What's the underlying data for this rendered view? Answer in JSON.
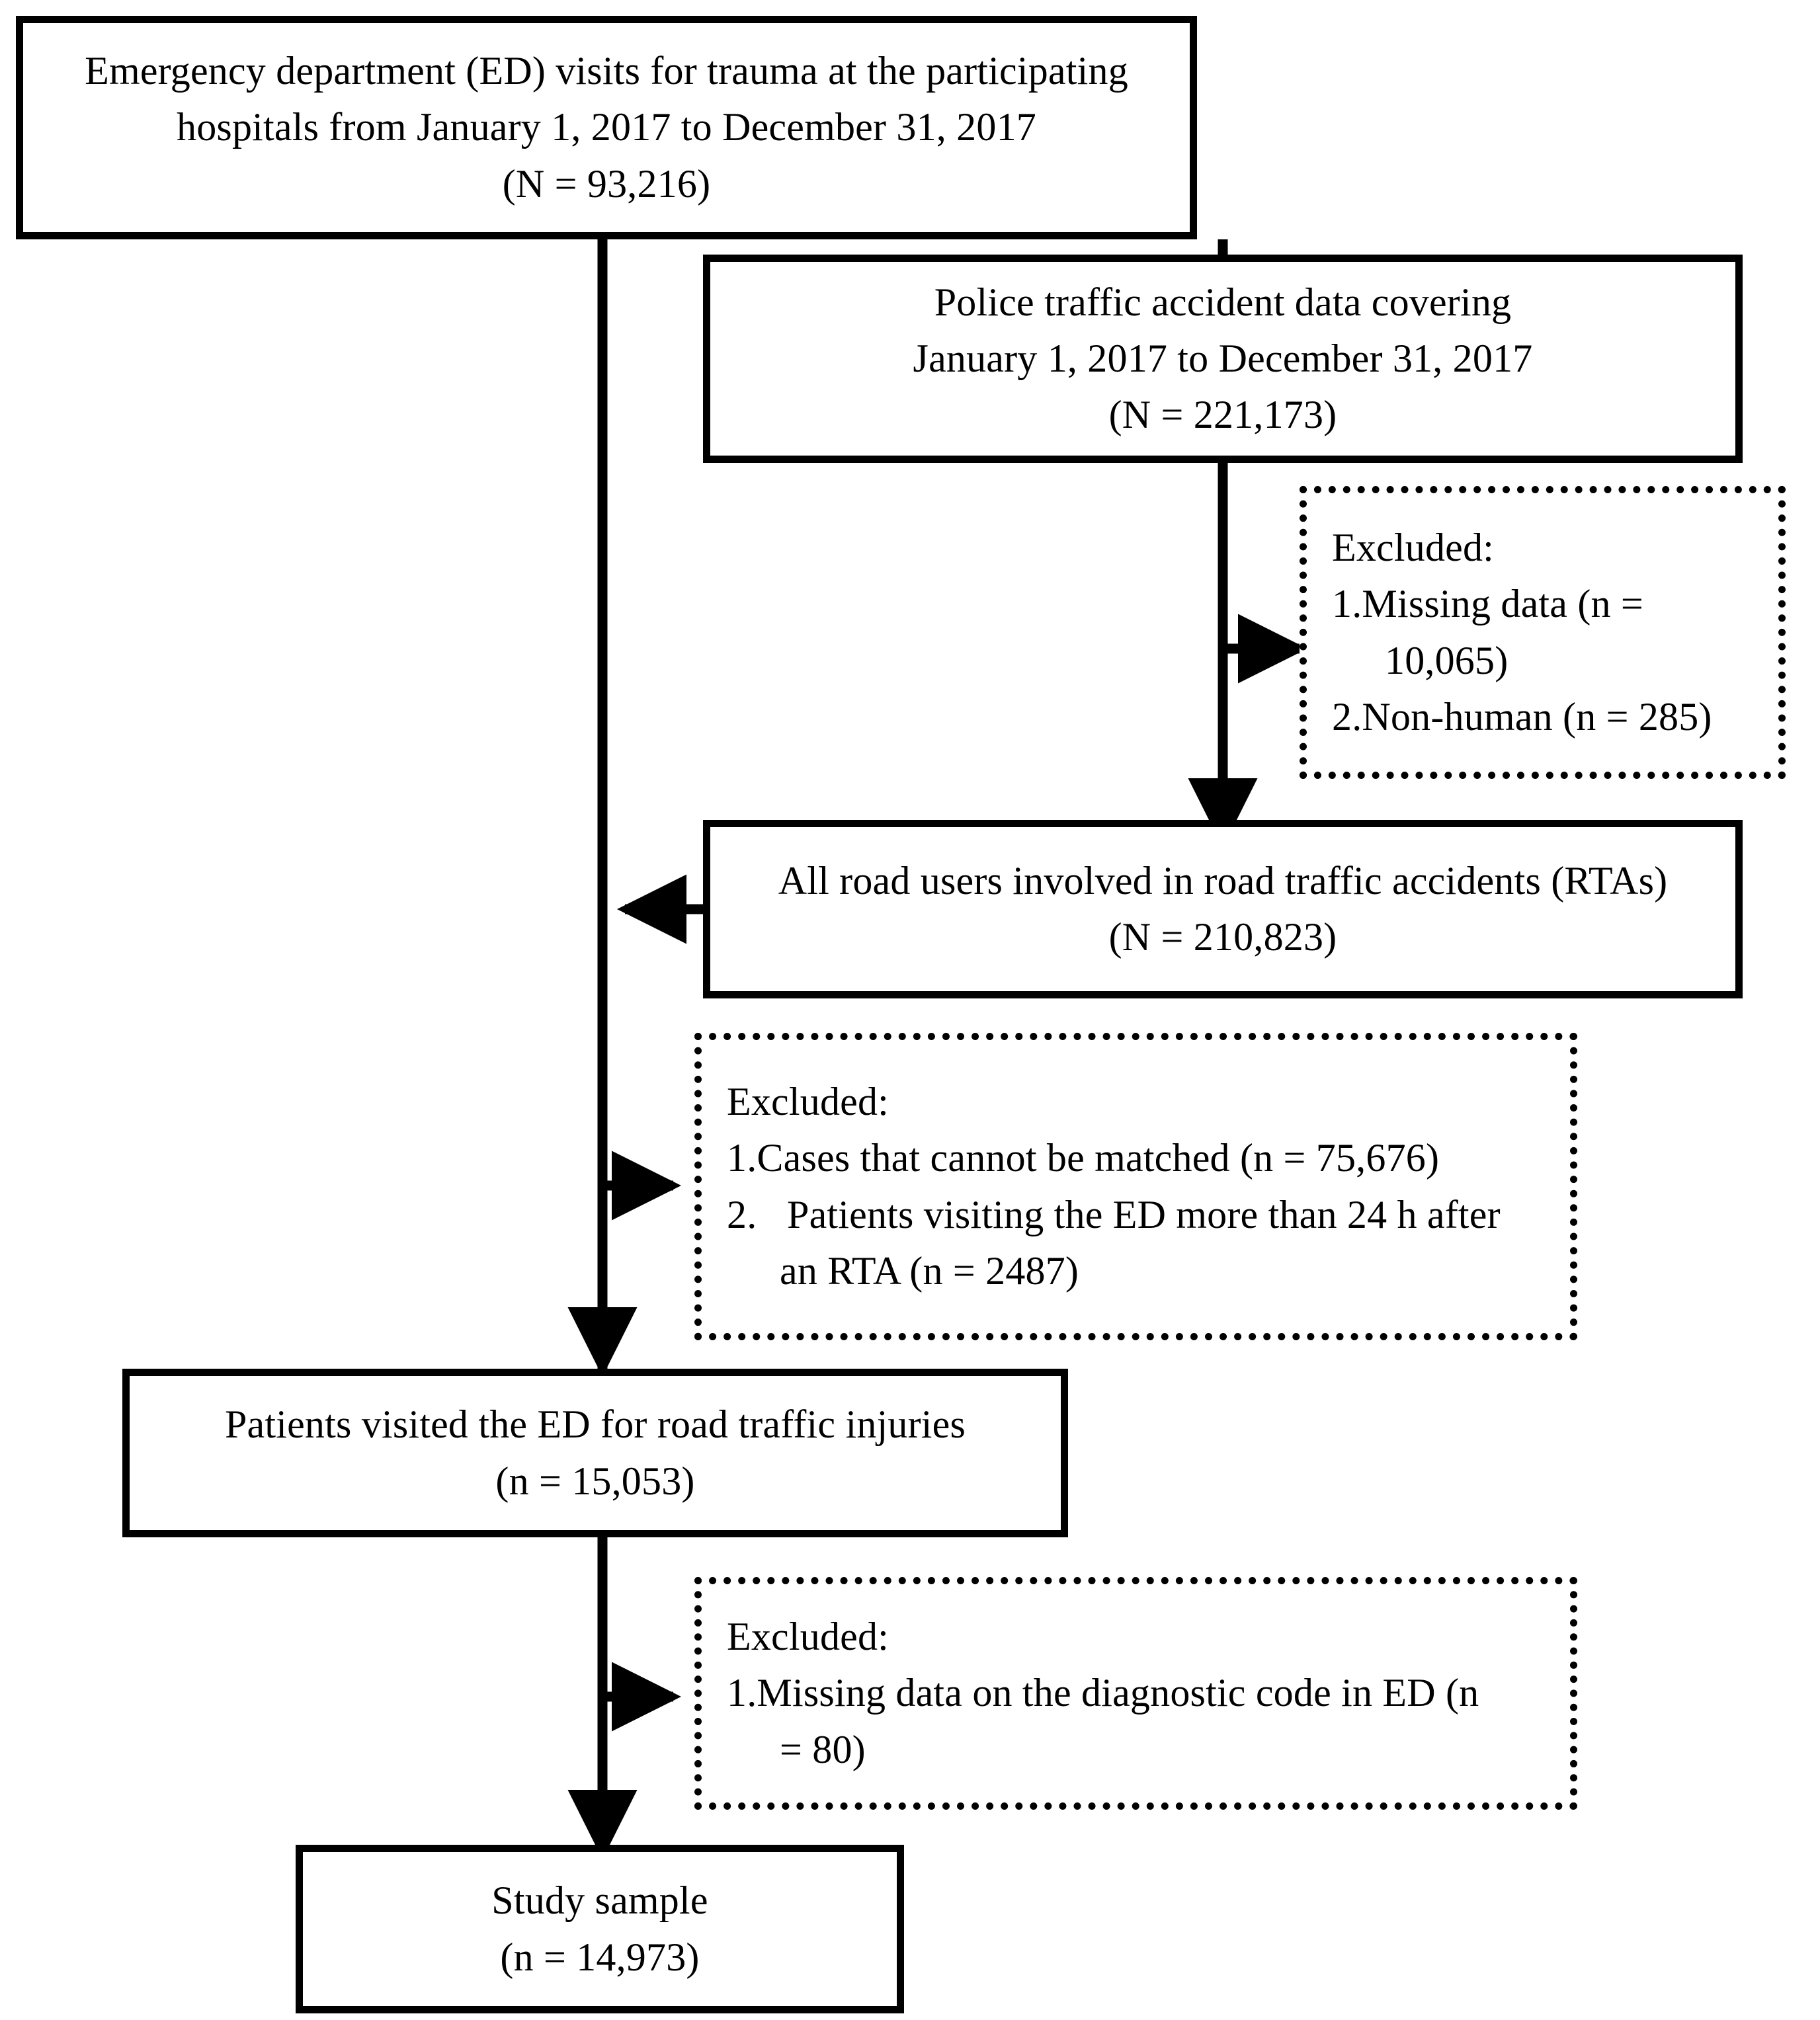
{
  "diagram": {
    "title": "Study population flow diagram",
    "type": "flowchart",
    "stroke_color": "#000000",
    "background_color": "#ffffff",
    "nodes": {
      "ed_visits": {
        "style": "solid",
        "line1": "Emergency department (ED) visits for trauma at the participating",
        "line2": "hospitals from January 1, 2017 to December 31, 2017",
        "line3": "(N = 93,216)"
      },
      "police_data": {
        "style": "solid",
        "line1": "Police traffic accident data covering",
        "line2": "January 1, 2017 to December 31, 2017",
        "line3": "(N = 221,173)"
      },
      "excluded_1": {
        "style": "dotted",
        "line1": "Excluded:",
        "line2": "1.Missing data (n =",
        "line3": "10,065)",
        "line4": "2.Non-human (n = 285)"
      },
      "rtas": {
        "style": "solid",
        "line1": "All road users involved in road traffic accidents (RTAs)",
        "line2": "(N = 210,823)"
      },
      "excluded_2": {
        "style": "dotted",
        "line1": "Excluded:",
        "line2": "1.Cases that cannot be matched (n = 75,676)",
        "line3": "2.   Patients visiting the ED more than 24 h after",
        "line4": "an RTA (n = 2487)"
      },
      "ed_rti": {
        "style": "solid",
        "line1": "Patients visited the ED for road traffic injuries",
        "line2": "(n = 15,053)"
      },
      "excluded_3": {
        "style": "dotted",
        "line1": "Excluded:",
        "line2": "1.Missing data on the diagnostic code in ED (n",
        "line3": "= 80)"
      },
      "study_sample": {
        "style": "solid",
        "line1": "Study sample",
        "line2": "(n = 14,973)"
      }
    },
    "counts": {
      "ed_visits_N": 93216,
      "police_data_N": 221173,
      "excluded_missing_data_n": 10065,
      "excluded_non_human_n": 285,
      "rtas_N": 210823,
      "excluded_unmatched_n": 75676,
      "excluded_late_ed_n": 2487,
      "ed_rti_n": 15053,
      "excluded_missing_dx_n": 80,
      "study_sample_n": 14973
    }
  }
}
